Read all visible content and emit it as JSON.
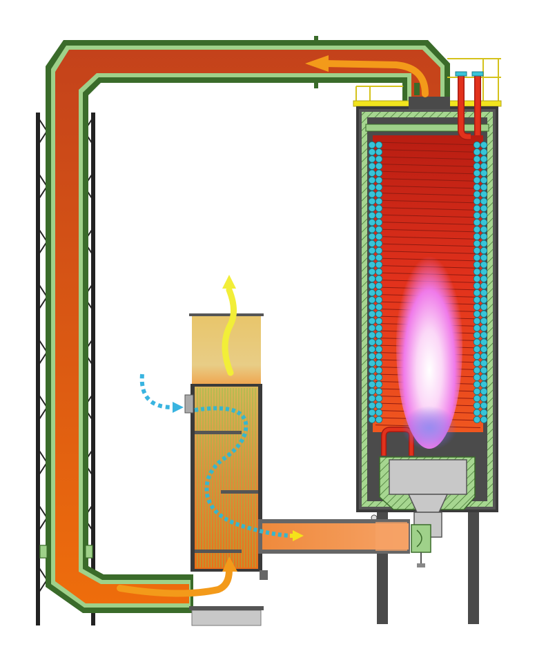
{
  "diagram": {
    "kind": "cutaway schematic",
    "labels": [],
    "components": [
      {
        "id": "flue-gas-duct",
        "icon": "duct-shape"
      },
      {
        "id": "support-frame",
        "icon": "truss-shape"
      },
      {
        "id": "heater-vessel",
        "icon": "vessel-shape"
      },
      {
        "id": "heating-coil",
        "icon": "coil-tubes-shape"
      },
      {
        "id": "burner-flame",
        "icon": "flame-shape"
      },
      {
        "id": "burner-assembly",
        "icon": "burner-shape"
      },
      {
        "id": "air-preheater",
        "icon": "heat-exchanger-shape"
      },
      {
        "id": "exhaust-stack",
        "icon": "stack-shape"
      },
      {
        "id": "combustion-air-duct",
        "icon": "duct-shape"
      },
      {
        "id": "process-connections",
        "icon": "pipe-shape"
      }
    ],
    "flows": [
      {
        "id": "hot-gas-top",
        "color": "#f39a1a"
      },
      {
        "id": "hot-gas-bottom",
        "color": "#f39a1a"
      },
      {
        "id": "cold-air-in",
        "color": "#39b4e0"
      },
      {
        "id": "preheated-air-out",
        "color": "#f5e21a"
      },
      {
        "id": "exhaust-out",
        "color": "#f2ee38"
      }
    ],
    "colors": {
      "duct_top": "#c4421b",
      "duct_bottom": "#ee6d0c",
      "duct_outline": "#3a6b2a",
      "insulation_green": "#9fd18a",
      "shell_dark": "#4a4a4a",
      "coil_red": "#e2321c",
      "tube_cyan": "#38c4d8",
      "flame_pink": "#ee7ae8",
      "stack_tan": "#e6c773",
      "burner_grey": "#c8c8c8",
      "platform_yellow": "#f1e41e"
    }
  }
}
